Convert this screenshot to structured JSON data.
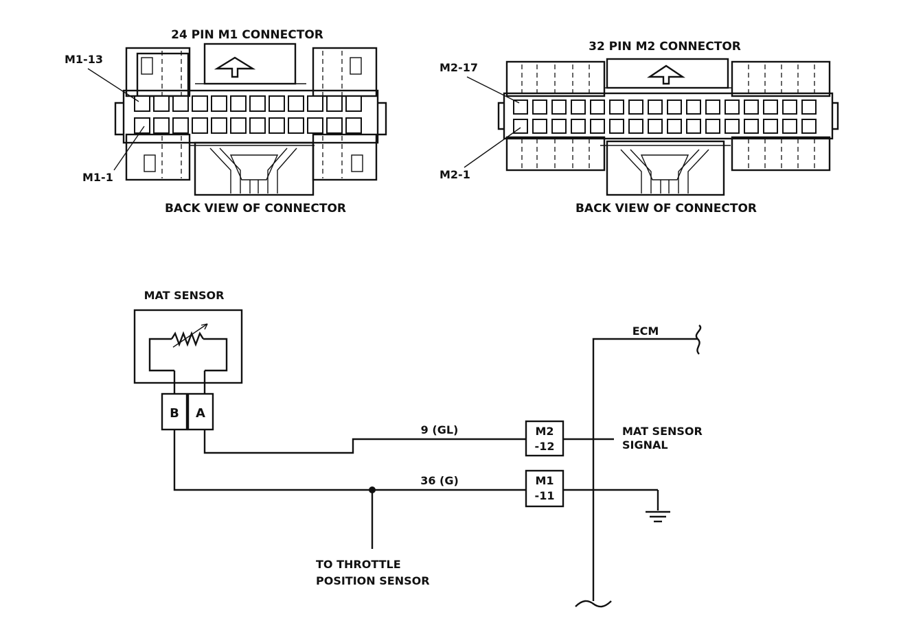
{
  "m1_connector": {
    "title": "24 PIN M1 CONNECTOR",
    "pin_top_label": "M1-13",
    "pin_bottom_label": "M1-1",
    "caption": "BACK VIEW OF CONNECTOR"
  },
  "m2_connector": {
    "title": "32 PIN M2 CONNECTOR",
    "pin_top_label": "M2-17",
    "pin_bottom_label": "M2-1",
    "caption": "BACK VIEW OF CONNECTOR"
  },
  "sensor": {
    "title": "MAT SENSOR",
    "terminal_b": "B",
    "terminal_a": "A"
  },
  "wires": {
    "signal_wire": "9 (GL)",
    "ground_wire": "36 (G)"
  },
  "ecm": {
    "label": "ECM",
    "pin_m2_line1": "M2",
    "pin_m2_line2": "-12",
    "pin_m1_line1": "M1",
    "pin_m1_line2": "-11",
    "signal_line1": "MAT SENSOR",
    "signal_line2": "SIGNAL"
  },
  "tps": {
    "line1": "TO THROTTLE",
    "line2": "POSITION SENSOR"
  }
}
